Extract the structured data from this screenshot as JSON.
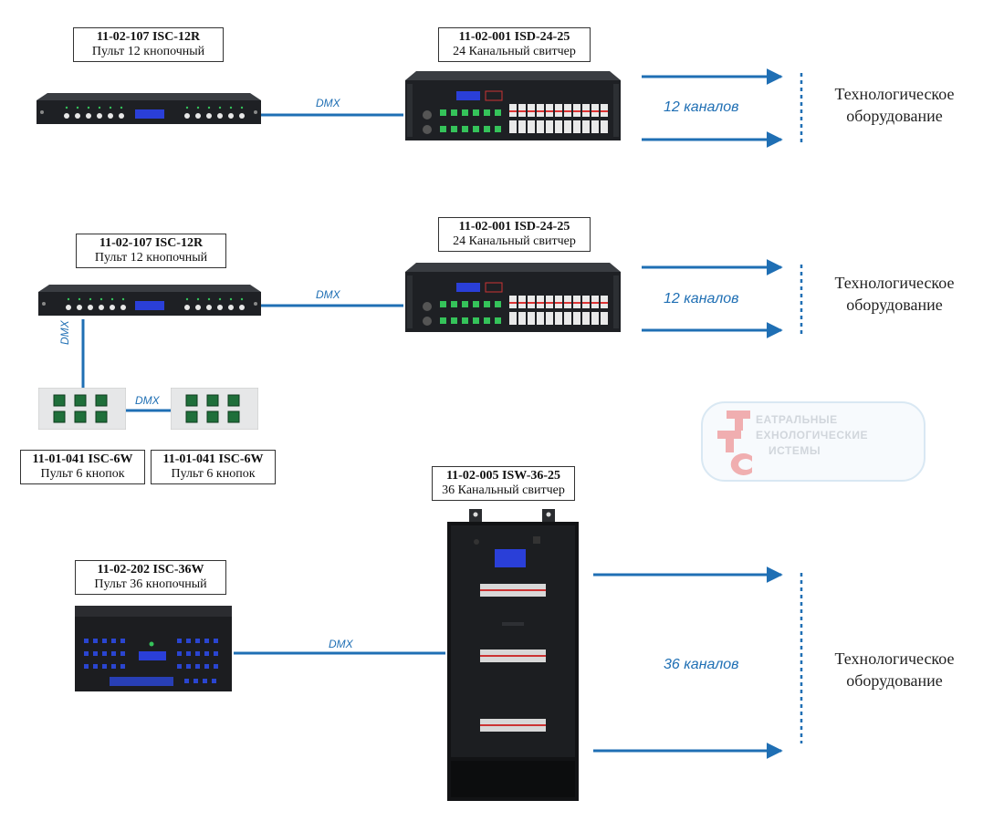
{
  "devices": {
    "panel_a": {
      "code": "11-02-107   ISC-12R",
      "desc": "Пульт 12 кнопочный"
    },
    "switcher_a": {
      "code": "11-02-001   ISD-24-25",
      "desc": "24 Канальный свитчер"
    },
    "panel_b": {
      "code": "11-02-107   ISC-12R",
      "desc": "Пульт 12 кнопочный"
    },
    "switcher_b": {
      "code": "11-02-001   ISD-24-25",
      "desc": "24 Канальный свитчер"
    },
    "wall_a": {
      "code": "11-01-041   ISC-6W",
      "desc": "Пульт 6 кнопок"
    },
    "wall_b": {
      "code": "11-01-041   ISC-6W",
      "desc": "Пульт 6 кнопок"
    },
    "switcher_c": {
      "code": "11-02-005   ISW-36-25",
      "desc": "36 Канальный свитчер"
    },
    "panel_c": {
      "code": "11-02-202   ISC-36W",
      "desc": "Пульт 36 кнопочный"
    }
  },
  "links": {
    "dmx_label": "DMX"
  },
  "outputs": {
    "row1_channels": "12 каналов",
    "row2_channels": "12 каналов",
    "row3_channels": "36 каналов",
    "equipment_line1": "Технологическое",
    "equipment_line2": "оборудование"
  },
  "logo": {
    "line1": "ЕАТРАЛЬНЫЕ",
    "line2": "ЕХНОЛОГИЧЕСКИЕ",
    "line3": "ИСТЕМЫ"
  },
  "colors": {
    "link": "#1f6fb4",
    "device_dark": "#1b1d20",
    "button_green": "#35c35a",
    "display_blue": "#2a3fd8"
  }
}
